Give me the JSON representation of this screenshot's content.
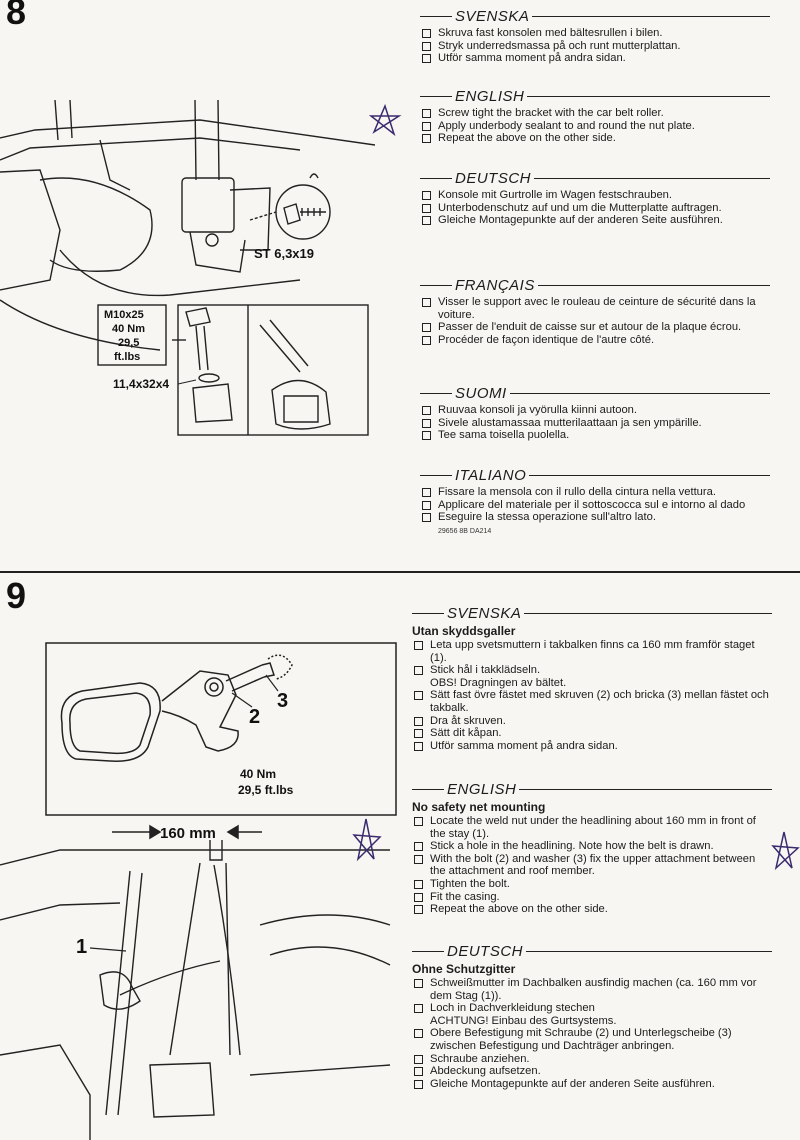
{
  "step8": {
    "number": "8",
    "figure": {
      "screw_label": "ST 6,3x19",
      "bolt_box": [
        "M10x25",
        "40 Nm",
        "29,5",
        "ft.lbs"
      ],
      "washer_label": "11,4x32x4"
    },
    "sections": [
      {
        "lang": "SVENSKA",
        "items": [
          "Skruva fast konsolen med bältesrullen i bilen.",
          "Stryk underredsmassa på och runt mutterplattan.",
          "Utför samma moment på andra sidan."
        ]
      },
      {
        "lang": "ENGLISH",
        "items": [
          "Screw tight the bracket with the car belt roller.",
          "Apply underbody sealant to and round the nut plate.",
          "Repeat the above on the other side."
        ]
      },
      {
        "lang": "DEUTSCH",
        "items": [
          "Konsole mit Gurtrolle im Wagen festschrauben.",
          "Unterbodenschutz auf und um die Mutterplatte auftragen.",
          "Gleiche Montagepunkte auf der anderen Seite ausführen."
        ]
      },
      {
        "lang": "FRANÇAIS",
        "items": [
          "Visser le support avec le rouleau de ceinture de sécurité dans la voiture.",
          "Passer de l'enduit de caisse sur et autour de la plaque écrou.",
          "Procéder de façon identique de l'autre côté."
        ]
      },
      {
        "lang": "SUOMI",
        "items": [
          "Ruuvaa konsoli ja vyörulla kiinni autoon.",
          "Sivele alustamassaa mutterilaattaan ja sen ympärille.",
          "Tee sama toisella puolella."
        ]
      },
      {
        "lang": "ITALIANO",
        "items": [
          "Fissare la mensola con il rullo della cintura nella vettura.",
          "Applicare del materiale per il sottoscocca sul e intorno al dado",
          "Eseguire la stessa operazione sull'altro lato."
        ]
      }
    ],
    "ref_code": "29656 8B DA214"
  },
  "step9": {
    "number": "9",
    "figure": {
      "torque": [
        "40 Nm",
        "29,5 ft.lbs"
      ],
      "callout_1": "1",
      "callout_2": "2",
      "callout_3": "3",
      "distance": "160 mm"
    },
    "sections": [
      {
        "lang": "SVENSKA",
        "subtitle": "Utan skyddsgaller",
        "items": [
          {
            "t": "Leta upp svetsmuttern i takbalken finns ca 160 mm framför staget (1).",
            "box": true
          },
          {
            "t": "Stick hål i takklädseln.",
            "box": true
          },
          {
            "t": "OBS! Dragningen av bältet.",
            "box": false
          },
          {
            "t": "Sätt fast övre fästet med skruven (2) och bricka (3) mellan fästet och takbalk.",
            "box": true
          },
          {
            "t": "Dra åt skruven.",
            "box": true
          },
          {
            "t": "Sätt dit kåpan.",
            "box": true
          },
          {
            "t": "Utför samma moment på andra sidan.",
            "box": true
          }
        ]
      },
      {
        "lang": "ENGLISH",
        "subtitle": "No safety net mounting",
        "items": [
          {
            "t": "Locate the weld nut under the headlining about 160 mm in front of the stay (1).",
            "box": true
          },
          {
            "t": "Stick a hole in the headlining. Note how the belt is drawn.",
            "box": true
          },
          {
            "t": "With the bolt (2) and washer (3) fix the upper attachment between the attachment and roof member.",
            "box": true
          },
          {
            "t": "Tighten the bolt.",
            "box": true
          },
          {
            "t": "Fit the casing.",
            "box": true
          },
          {
            "t": "Repeat the above on the other side.",
            "box": true
          }
        ]
      },
      {
        "lang": "DEUTSCH",
        "subtitle": "Ohne Schutzgitter",
        "items": [
          {
            "t": "Schweißmutter im Dachbalken ausfindig machen (ca. 160 mm vor dem Stag (1)).",
            "box": true
          },
          {
            "t": "Loch in Dachverkleidung stechen",
            "box": true
          },
          {
            "t": "ACHTUNG! Einbau des Gurtsystems.",
            "box": false
          },
          {
            "t": "Obere Befestigung mit Schraube (2) und Unterlegscheibe (3) zwischen Befestigung und Dachträger anbringen.",
            "box": true
          },
          {
            "t": "Schraube anziehen.",
            "box": true
          },
          {
            "t": "Abdeckung aufsetzen.",
            "box": true
          },
          {
            "t": "Gleiche Montagepunkte auf der anderen Seite ausführen.",
            "box": true
          }
        ]
      }
    ]
  },
  "colors": {
    "paper": "#f7f6f2",
    "ink": "#1c1c1c",
    "pen": "#3a2a6e"
  }
}
